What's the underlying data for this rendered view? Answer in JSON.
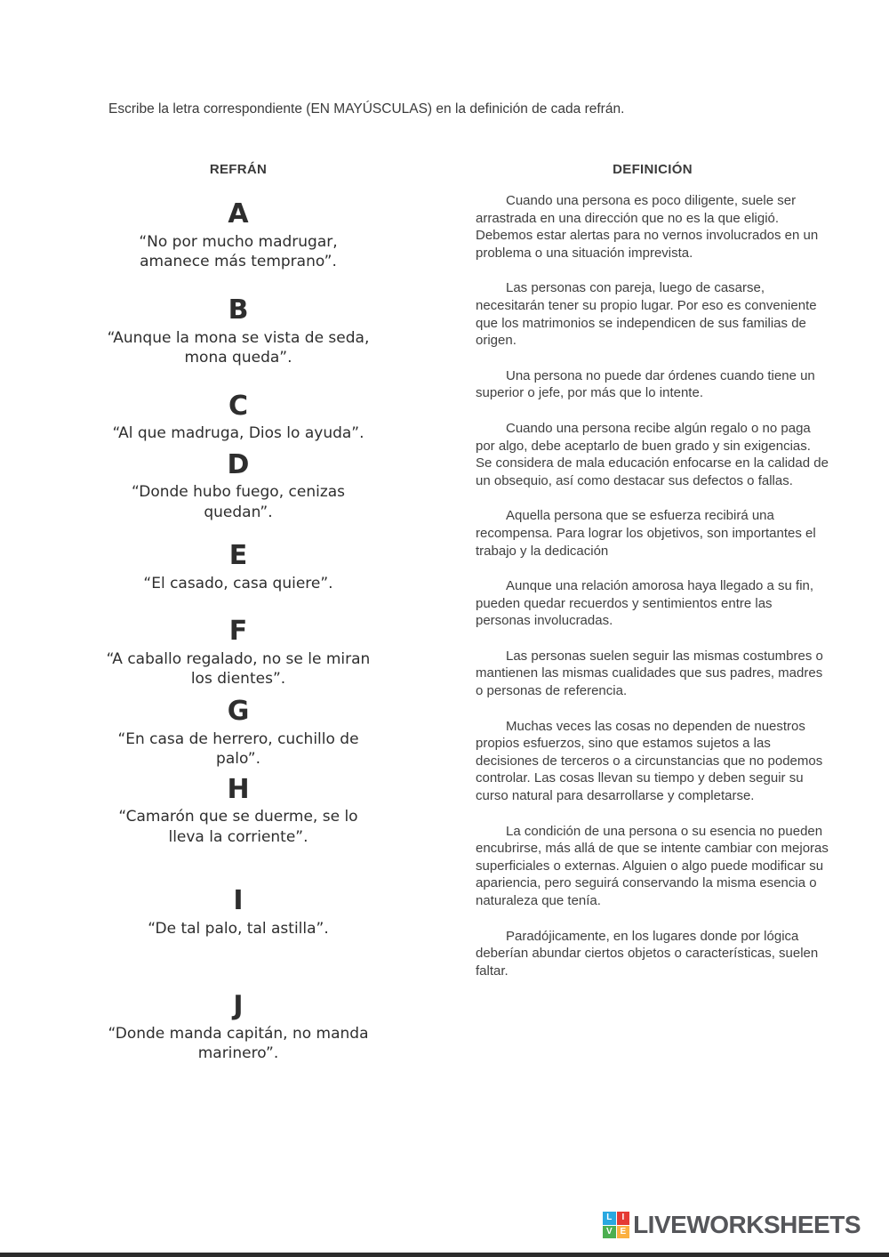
{
  "page": {
    "instruction": "Escribe la letra correspondiente (EN MAYÚSCULAS) en la definición de cada refrán."
  },
  "refran": {
    "header": "REFRÁN",
    "items": [
      {
        "letter": "A",
        "text": "“No por mucho madrugar, amanece más temprano”."
      },
      {
        "letter": "B",
        "text": "“Aunque la mona se vista de seda, mona queda”."
      },
      {
        "letter": "C",
        "text": "“Al que madruga, Dios lo ayuda”."
      },
      {
        "letter": "D",
        "text": "“Donde hubo fuego, cenizas quedan”."
      },
      {
        "letter": "E",
        "text": "“El casado, casa quiere”."
      },
      {
        "letter": "F",
        "text": "“A caballo regalado, no se le miran los dientes”."
      },
      {
        "letter": "G",
        "text": "“En casa de herrero, cuchillo de palo”."
      },
      {
        "letter": "H",
        "text": "“Camarón que se duerme, se lo lleva la corriente”."
      },
      {
        "letter": "I",
        "text": "“De tal palo, tal astilla”."
      },
      {
        "letter": "J",
        "text": "“Donde manda capitán, no manda marinero”."
      }
    ]
  },
  "definicion": {
    "header": "DEFINICIÓN",
    "items": [
      {
        "text": "Cuando una persona es poco diligente, suele ser arrastrada en una dirección que no es la que eligió. Debemos estar alertas para no vernos involucrados en un problema o una situación imprevista."
      },
      {
        "text": "Las personas con pareja, luego de casarse, necesitarán tener su propio lugar. Por eso es conveniente que los matrimonios se independicen de sus familias de origen."
      },
      {
        "text": "Una persona no puede dar órdenes cuando tiene un superior o jefe, por más que lo intente."
      },
      {
        "text": "Cuando una persona recibe algún regalo o no paga por algo, debe aceptarlo de buen grado y sin exigencias. Se considera de mala educación enfocarse en la calidad de un obsequio, así como destacar sus defectos o fallas."
      },
      {
        "text": "Aquella persona que se esfuerza recibirá una recompensa. Para lograr los objetivos, son importantes el trabajo y la dedicación"
      },
      {
        "text": "Aunque una relación amorosa haya llegado a su fin, pueden quedar recuerdos y sentimientos entre las personas involucradas."
      },
      {
        "text": "Las personas suelen seguir las mismas costumbres o mantienen las mismas cualidades que sus padres, madres o personas de referencia."
      },
      {
        "text": "Muchas veces las cosas no dependen de nuestros propios esfuerzos, sino que estamos sujetos a las decisiones de terceros o a circunstancias que no podemos controlar. Las cosas llevan su tiempo y deben seguir su curso natural para desarrollarse y completarse."
      },
      {
        "text": "La condición de una persona o su esencia no pueden encubrirse, más allá de que se intente cambiar con mejoras superficiales o externas. Alguien o algo puede modificar su apariencia, pero seguirá conservando la misma esencia o naturaleza que tenía."
      },
      {
        "text": "Paradójicamente, en los lugares donde por lógica deberían abundar ciertos objetos o características, suelen faltar."
      }
    ]
  },
  "footer": {
    "brand": "LIVEWORKSHEETS",
    "brand_color": "#55565a",
    "logo": {
      "letters": [
        "L",
        "I",
        "V",
        "E"
      ],
      "colors": [
        "#29a8e0",
        "#e53b34",
        "#4caf50",
        "#fbb040"
      ]
    }
  }
}
